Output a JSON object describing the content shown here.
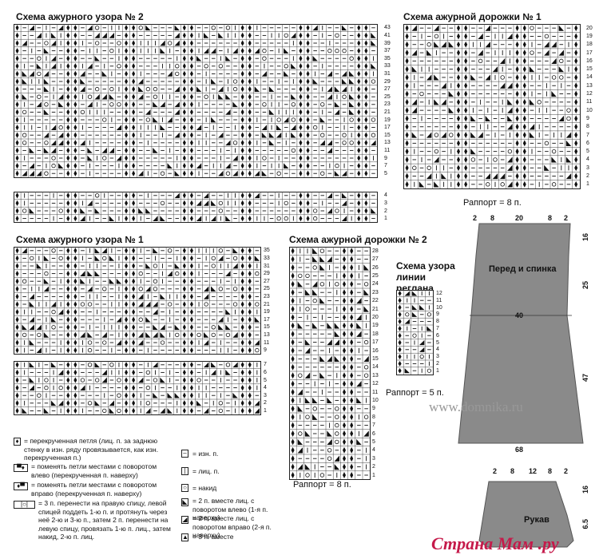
{
  "charts": {
    "lace2": {
      "title": "Схема ажурного узора № 2",
      "rows_top": [
        "43",
        "41",
        "39",
        "37",
        "35",
        "33",
        "31",
        "29",
        "27",
        "25",
        "23",
        "21",
        "19",
        "17",
        "15",
        "13",
        "11",
        "9",
        "7",
        "5"
      ],
      "rows_bottom": [
        "4",
        "3",
        "2",
        "1"
      ]
    },
    "lace1": {
      "title": "Схема ажурного узора № 1",
      "rows_top": [
        "35",
        "33",
        "31",
        "29",
        "27",
        "25",
        "23",
        "21",
        "19",
        "17",
        "15",
        "13",
        "11",
        "9"
      ],
      "rows_bottom": [
        "7",
        "6",
        "5",
        "4",
        "3",
        "2",
        "1"
      ]
    },
    "track1": {
      "title": "Схема ажурной дорожки № 1",
      "rows": [
        "20",
        "19",
        "18",
        "17",
        "16",
        "15",
        "14",
        "13",
        "12",
        "11",
        "10",
        "9",
        "8",
        "7",
        "6",
        "5",
        "4",
        "3",
        "2",
        "1"
      ],
      "rapport": "Раппорт = 8 п."
    },
    "track2": {
      "title": "Схема ажурной дорожки № 2",
      "rows": [
        "28",
        "27",
        "26",
        "25",
        "24",
        "23",
        "22",
        "21",
        "20",
        "19",
        "18",
        "17",
        "16",
        "15",
        "14",
        "13",
        "12",
        "11",
        "10",
        "9",
        "8",
        "7",
        "6",
        "5",
        "4",
        "3",
        "2",
        "1"
      ],
      "rapport": "Раппорт = 8 п."
    },
    "raglan": {
      "title": "Схема узора линии реглана",
      "rows": [
        "12",
        "11",
        "10",
        "9",
        "8",
        "7",
        "6",
        "5",
        "4",
        "3",
        "2",
        "1"
      ],
      "rapport": "Раппорт = 5 п."
    }
  },
  "legend": {
    "twisted": "= перекрученная петля (лиц. п. за заднюю стенку в изн. ряду провязывается, как изн. перекрученная п.)",
    "swap_left": "= поменять петли местами с поворотом влево (перекрученная п. наверху)",
    "swap_right": "= поменять петли местами с поворотом вправо (перекрученная п. наверху)",
    "three_st": "= 3 п. перенести на правую спицу, левой спицей поддеть 1-ю п. и протянуть через неё 2-ю и 3-ю п., затем 2 п. перенести на левую спицу, провязать 1-ю п. лиц., затем накид, 2-ю п. лиц.",
    "purl": "= изн. п.",
    "knit": "= лиц. п.",
    "yo": "= накид",
    "k2tog_left": "= 2 п. вместе лиц. с поворотом влево (1-я п. наверху)",
    "k2tog_right": "= 2 п. вместе лиц. с поворотом вправо (2-я п. наверху)",
    "k3tog": "= 3 п. вместе"
  },
  "schematic": {
    "front": {
      "label": "Перед и спинка",
      "top_dims": [
        "2",
        "8",
        "20",
        "8",
        "2"
      ],
      "width_mid": "40",
      "width_bottom": "68",
      "side_dims": [
        "16",
        "25",
        "47"
      ]
    },
    "sleeve": {
      "label": "Рукав",
      "top_dims": [
        "2",
        "8",
        "12",
        "8",
        "2"
      ],
      "side_dims": [
        "16",
        "6.5"
      ]
    }
  },
  "watermark": "www.domnika.ru",
  "logo": "Страна Мам .ру"
}
